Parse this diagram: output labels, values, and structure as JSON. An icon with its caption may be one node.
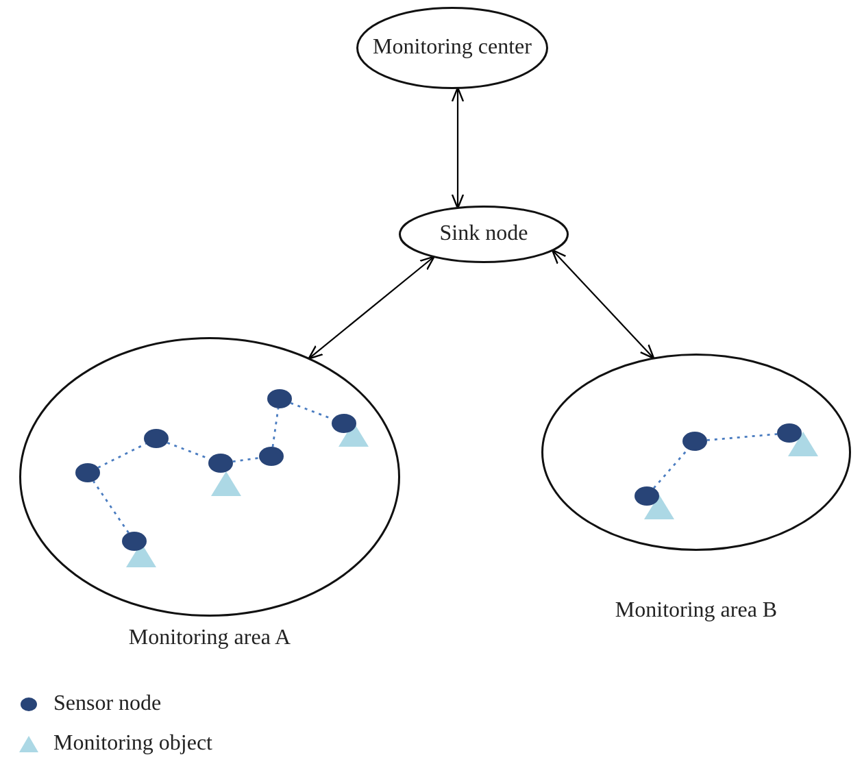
{
  "diagram": {
    "nodes": [
      {
        "text": [
          "Monitoring center"
        ]
      },
      {
        "text": [
          "Sink node"
        ]
      },
      {
        "text": [
          "Monitoring area A"
        ]
      },
      {
        "text": [],
        "shape": "circle",
        "in": 2
      },
      {
        "text": [],
        "shape": "circle",
        "in": 2
      },
      {
        "text": [],
        "shape": "circle",
        "in": 2
      },
      {
        "text": [],
        "shape": "circle",
        "in": 2
      },
      {
        "text": [],
        "shape": "circle",
        "in": 2
      },
      {
        "text": [],
        "shape": "circle",
        "in": 2
      },
      {
        "text": [],
        "shape": "circle",
        "in": 2
      },
      {
        "text": [
          "Monitoring area B"
        ]
      },
      {
        "text": [],
        "shape": "circle",
        "in": 10
      },
      {
        "text": [],
        "shape": "circle",
        "in": 10
      },
      {
        "text": [],
        "shape": "circle",
        "in": 10
      }
    ],
    "edges": [
      {
        "from": 0,
        "to": 1,
        "arrow": "both",
        "color": "#000000"
      },
      {
        "from": 1,
        "to": 2,
        "arrow": "both",
        "color": "#000000"
      },
      {
        "from": 1,
        "to": 10,
        "arrow": "both",
        "color": "#000000"
      },
      {
        "from": 4,
        "to": 3,
        "arrow": "none",
        "style": "dashed"
      },
      {
        "from": 3,
        "to": 5,
        "arrow": "none",
        "style": "dashed"
      },
      {
        "from": 5,
        "to": 6,
        "arrow": "none",
        "style": "dashed"
      },
      {
        "from": 6,
        "to": 7,
        "arrow": "none",
        "style": "dashed"
      },
      {
        "from": 7,
        "to": 8,
        "arrow": "none",
        "style": "dashed"
      },
      {
        "from": 8,
        "to": 9,
        "arrow": "none",
        "style": "dashed"
      },
      {
        "from": 11,
        "to": 12,
        "arrow": "none",
        "style": "dashed"
      },
      {
        "from": 12,
        "to": 13,
        "arrow": "none",
        "style": "dashed"
      }
    ],
    "legend": [
      {
        "text": "Sensor node"
      },
      {
        "text": "Monitoring object"
      }
    ]
  }
}
